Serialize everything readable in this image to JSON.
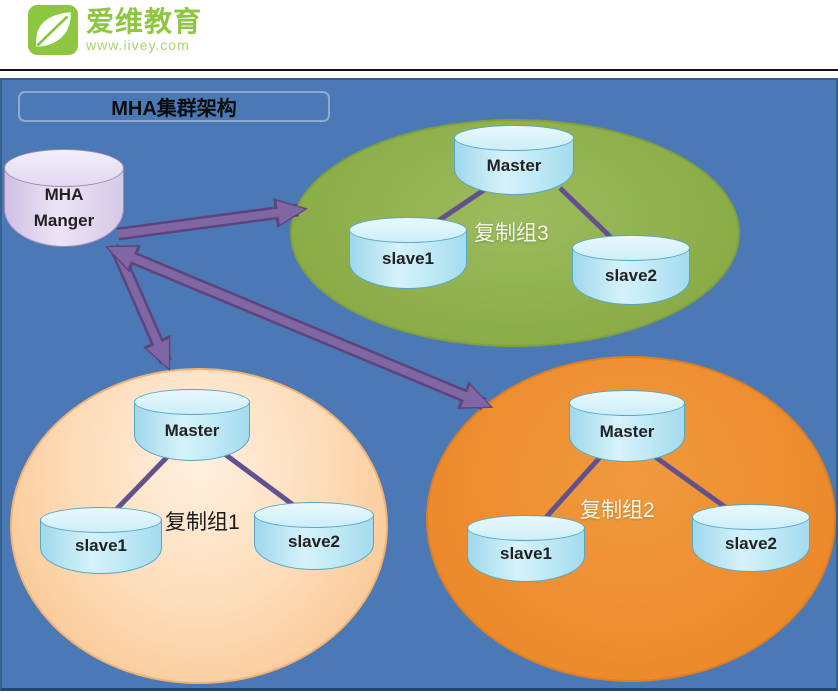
{
  "logo": {
    "brand": "爱维教育",
    "website": "www.iivey.com"
  },
  "diagram": {
    "title": "MHA集群架构",
    "manager": {
      "line1": "MHA",
      "line2": "Manger"
    },
    "groups": [
      {
        "name": "复制组1",
        "master": "Master",
        "slaves": [
          "slave1",
          "slave2"
        ],
        "theme": "peach"
      },
      {
        "name": "复制组2",
        "master": "Master",
        "slaves": [
          "slave1",
          "slave2"
        ],
        "theme": "orange"
      },
      {
        "name": "复制组3",
        "master": "Master",
        "slaves": [
          "slave1",
          "slave2"
        ],
        "theme": "green"
      }
    ]
  },
  "colors": {
    "brand_green": "#8dc63f",
    "panel_blue": "#4a79b5",
    "group_green": "#8cae49",
    "group_orange": "#ec8a2c",
    "group_peach": "#fddcb8",
    "cylinder_blue": "#c5ecf7",
    "manager_lavender": "#dccfeb",
    "arrow_purple": "#8066a3",
    "arrow_outline": "#5d447c"
  }
}
